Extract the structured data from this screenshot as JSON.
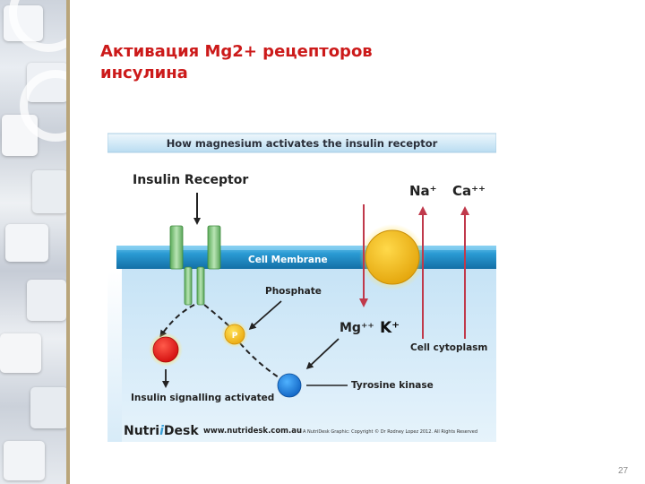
{
  "slide": {
    "title": "Активация Mg2+ рецепторов инсулина",
    "page_number": "27"
  },
  "diagram": {
    "banner": "How magnesium activates the insulin receptor",
    "insulin_receptor": "Insulin Receptor",
    "cell_membrane": "Cell Membrane",
    "phosphate": "Phosphate",
    "phosphate_symbol": "P",
    "na_ion": "Na⁺",
    "ca_ion": "Ca⁺⁺",
    "mg_ion": "Mg⁺⁺",
    "k_ion": "K⁺",
    "cell_cytoplasm": "Cell cytoplasm",
    "tyrosine_kinase": "Tyrosine kinase",
    "insulin_signalling": "Insulin signalling activated",
    "logo_prefix": "Nutri",
    "logo_i": "i",
    "logo_suffix": "Desk",
    "website": "www.nutridesk.com.au",
    "copyright": "A NutriDesk Graphic: Copyright © Dr Rodney Lopez 2012. All Rights Reserved"
  },
  "colors": {
    "title": "#cc1a1a",
    "membrane": "#1e8fc9",
    "cytoplasm": "#cfe8f8",
    "ion_arrows": "#c0394b",
    "channel": "#f2bb13",
    "insulin_signal_dot": "#ee1111",
    "kinase_dot": "#1a7fd6",
    "phosphate_dot": "#f6c21b"
  }
}
